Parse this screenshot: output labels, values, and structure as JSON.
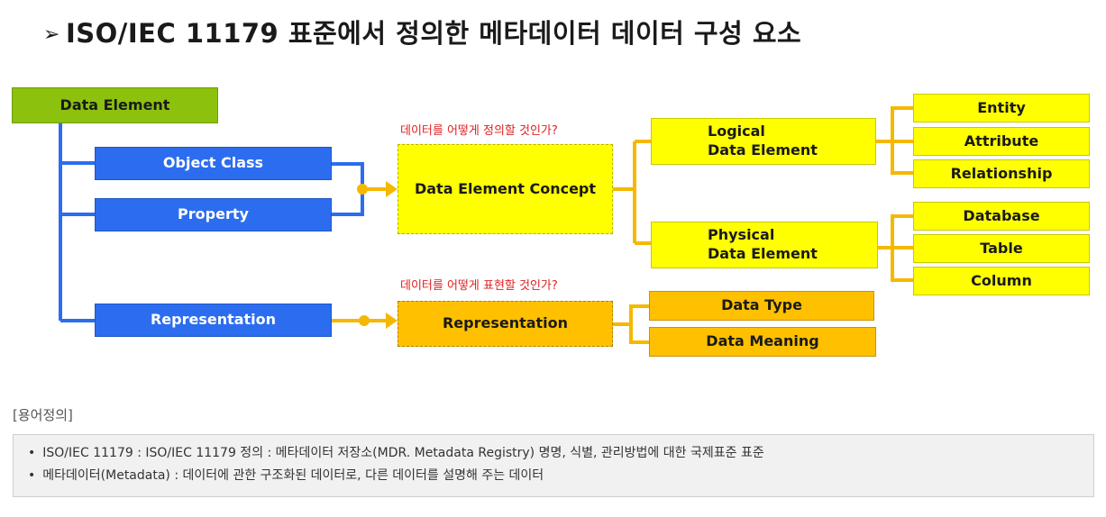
{
  "title": {
    "marker": "➢",
    "text": "ISO/IEC 11179 표준에서 정의한 메타데이터 데이터 구성 요소"
  },
  "diagram": {
    "data_element": "Data Element",
    "object_class": "Object Class",
    "property": "Property",
    "representation_left": "Representation",
    "question_concept": "데이터를 어떻게 정의할 것인가?",
    "question_representation": "데이터를 어떻게 표현할 것인가?",
    "data_element_concept": "Data Element Concept",
    "representation_mid": "Representation",
    "logical_line1": "Logical",
    "logical_line2": "Data Element",
    "physical_line1": "Physical",
    "physical_line2": "Data Element",
    "entity": "Entity",
    "attribute": "Attribute",
    "relationship": "Relationship",
    "database": "Database",
    "table": "Table",
    "column": "Column",
    "data_type": "Data Type",
    "data_meaning": "Data Meaning"
  },
  "terms": {
    "label": "[용어정의]",
    "bullet": "•",
    "items": [
      "ISO/IEC 11179 : ISO/IEC 11179 정의 : 메타데이터 저장소(MDR. Metadata Registry) 명명, 식별, 관리방법에 대한 국제표준 표준",
      "메타데이터(Metadata) : 데이터에 관한 구조화된 데이터로, 다른 데이터를 설명해 주는 데이터"
    ]
  },
  "colors": {
    "green": "#8cc10e",
    "blue": "#2c6df0",
    "yellow": "#ffff00",
    "orange": "#ffc000",
    "connector_blue": "#2c6df0",
    "connector_yellow": "#f5b800",
    "question_red": "#e02020"
  }
}
